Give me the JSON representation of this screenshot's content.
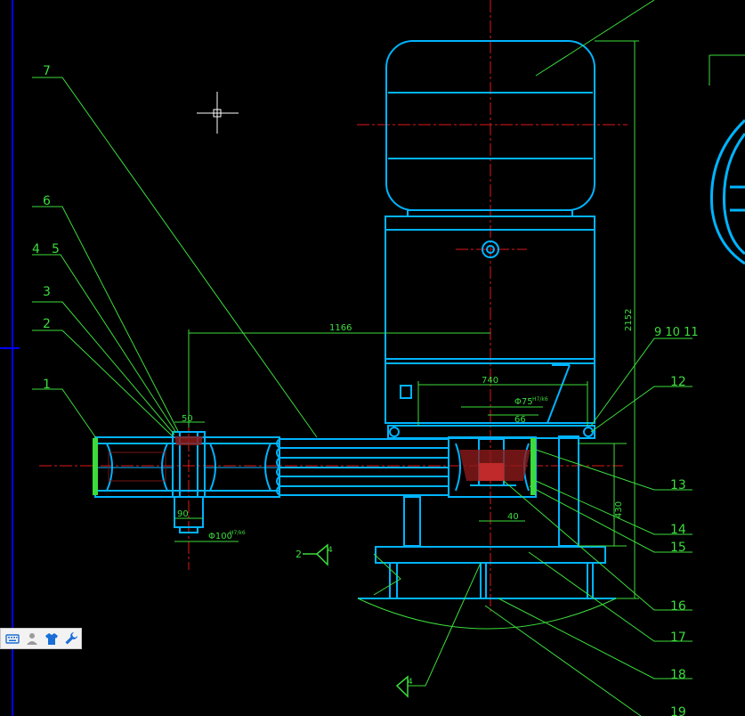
{
  "drawing": {
    "callouts": [
      {
        "label": "7"
      },
      {
        "label": "6"
      },
      {
        "label": "4"
      },
      {
        "label": "5"
      },
      {
        "label": "3"
      },
      {
        "label": "2"
      },
      {
        "label": "1"
      },
      {
        "label": "9 10 11"
      },
      {
        "label": "12"
      },
      {
        "label": "13"
      },
      {
        "label": "14"
      },
      {
        "label": "15"
      },
      {
        "label": "16"
      },
      {
        "label": "17"
      },
      {
        "label": "18"
      },
      {
        "label": "19"
      }
    ],
    "dimensions": {
      "d1166": "1166",
      "d2152": "2152",
      "d740": "740",
      "d75": "Φ75",
      "d75fit": "H7/k6",
      "d66": "66",
      "d50": "50",
      "d90": "90",
      "d100": "Φ100",
      "d100fit": "H7/k6",
      "d40": "40",
      "d430": "430"
    },
    "section_marks": {
      "mark_a": "2",
      "mark_a_num": "4",
      "mark_b_num": "4"
    },
    "colors": {
      "background": "#000000",
      "geometry": "#00b4ff",
      "annotation": "#3cdc3c",
      "centerline": "#e01818",
      "axis": "#0000ff",
      "section_fill": "#8b1a1a"
    }
  },
  "toolbar": {
    "items": [
      {
        "icon": "keyboard-icon"
      },
      {
        "icon": "user-icon"
      },
      {
        "icon": "shirt-icon"
      },
      {
        "icon": "wrench-icon"
      }
    ]
  }
}
